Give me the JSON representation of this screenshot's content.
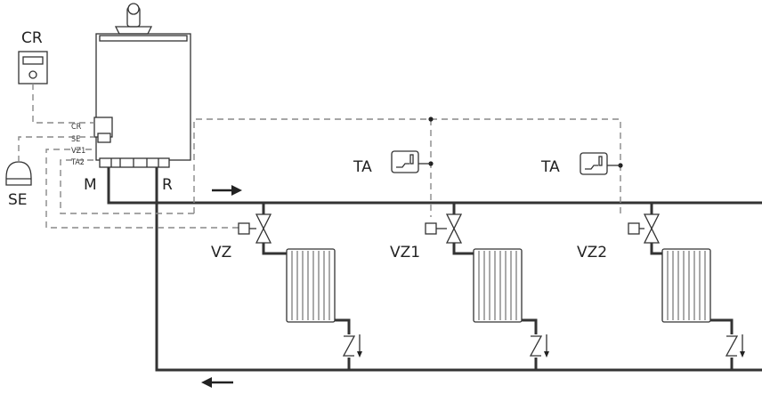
{
  "labels": {
    "cr": "CR",
    "se": "SE",
    "m": "M",
    "r": "R",
    "ta_1": "TA",
    "ta_2": "TA",
    "vz": "VZ",
    "vz1": "VZ1",
    "vz2": "VZ2"
  },
  "terminals": [
    "CR",
    "SE",
    "VZ1",
    "TA2"
  ],
  "colors": {
    "line": "#333333",
    "dashed": "#888888"
  }
}
